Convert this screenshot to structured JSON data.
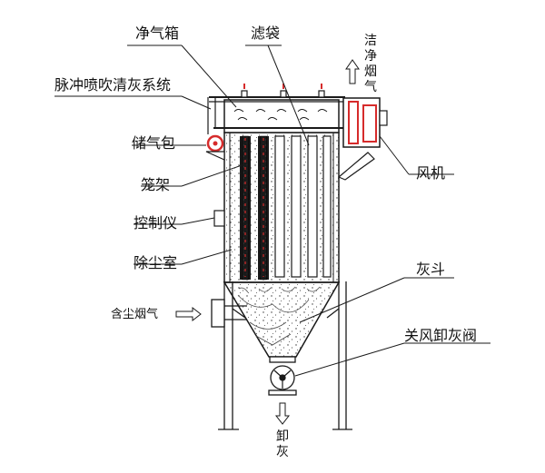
{
  "labels": {
    "clean_gas_box": "净气箱",
    "filter_bag": "滤袋",
    "clean_flue_gas": "洁净烟气",
    "pulse_jet_system": "脉冲喷吹清灰系统",
    "air_reservoir": "储气包",
    "fan": "风机",
    "cage_frame": "笼架",
    "controller": "控制仪",
    "dust_chamber": "除尘室",
    "ash_hopper": "灰斗",
    "dusty_flue_gas": "含尘烟气",
    "rotary_valve": "关风卸灰阀",
    "ash_discharge": "卸灰"
  },
  "colors": {
    "accent": "#d62b2b",
    "line": "#1a1a1a"
  }
}
